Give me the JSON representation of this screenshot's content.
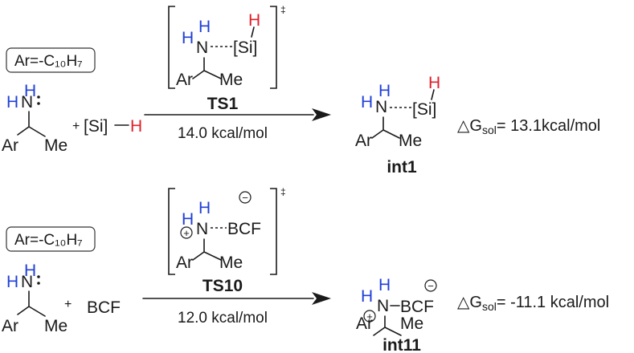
{
  "reaction1": {
    "ar_label": "Ar=-C₁₀H₇",
    "plus": "+",
    "silane": "[Si]",
    "h": "H",
    "n": "N",
    "ar": "Ar",
    "me": "Me",
    "ts_label": "TS1",
    "dagger": "‡",
    "barrier": "14.0 kcal/mol",
    "product_label": "int1",
    "delta_g": "△G",
    "delta_g_sub": "sol",
    "delta_g_value": "= 13.1kcal/mol"
  },
  "reaction2": {
    "ar_label": "Ar=-C₁₀H₇",
    "plus": "+",
    "reagent": "BCF",
    "h": "H",
    "n": "N",
    "ar": "Ar",
    "me": "Me",
    "ts_label": "TS10",
    "dagger": "‡",
    "barrier": "12.0 kcal/mol",
    "product_label": "int11",
    "delta_g": "△G",
    "delta_g_sub": "sol",
    "delta_g_value": "= -11.1 kcal/mol",
    "plus_charge": "+",
    "minus_charge": "−"
  }
}
